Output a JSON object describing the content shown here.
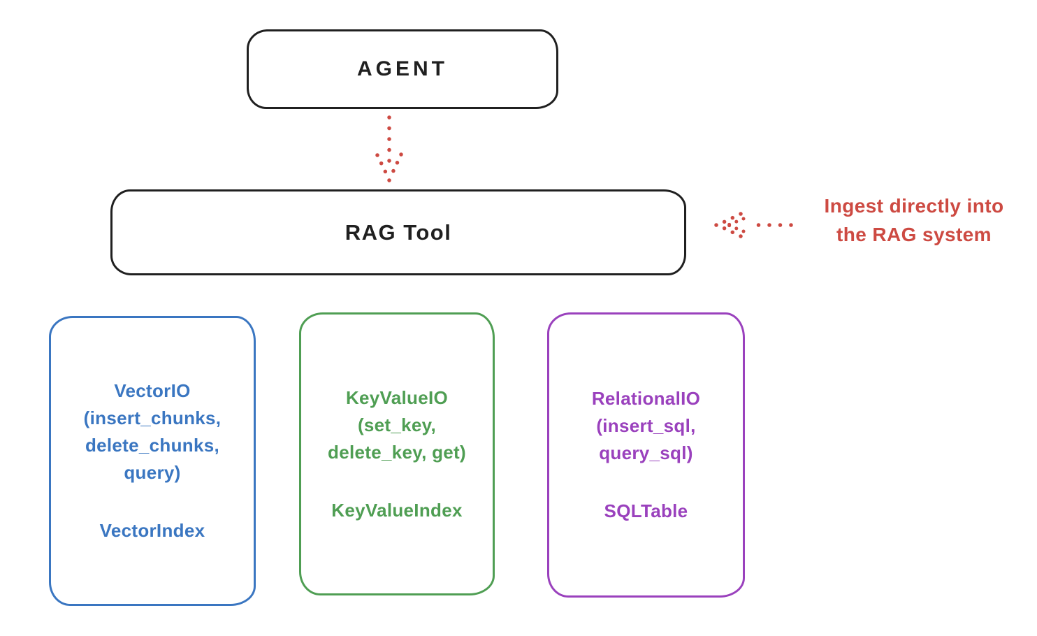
{
  "diagram": {
    "background": "#ffffff",
    "stroke_color": "#202020",
    "agent": {
      "label": "AGENT"
    },
    "rag_tool": {
      "label": "RAG Tool"
    },
    "annotation": {
      "text": "Ingest directly into\nthe RAG system",
      "color": "#cd4a42"
    },
    "arrows": [
      {
        "name": "agent-to-rag-tool",
        "style": "dotted",
        "direction": "down",
        "color": "#cd4a42"
      },
      {
        "name": "ingest-into-rag",
        "style": "dotted",
        "direction": "left",
        "color": "#cd4a42"
      }
    ],
    "io_boxes": [
      {
        "name": "vector-io",
        "color": "#3a76c1",
        "methods": "VectorIO\n(insert_chunks,\ndelete_chunks,\nquery)",
        "index": "VectorIndex"
      },
      {
        "name": "keyvalue-io",
        "color": "#4f9e53",
        "methods": "KeyValueIO\n(set_key,\ndelete_key, get)",
        "index": "KeyValueIndex"
      },
      {
        "name": "relational-io",
        "color": "#9a41bd",
        "methods": "RelationalIO\n(insert_sql,\nquery_sql)",
        "index": "SQLTable"
      }
    ]
  }
}
